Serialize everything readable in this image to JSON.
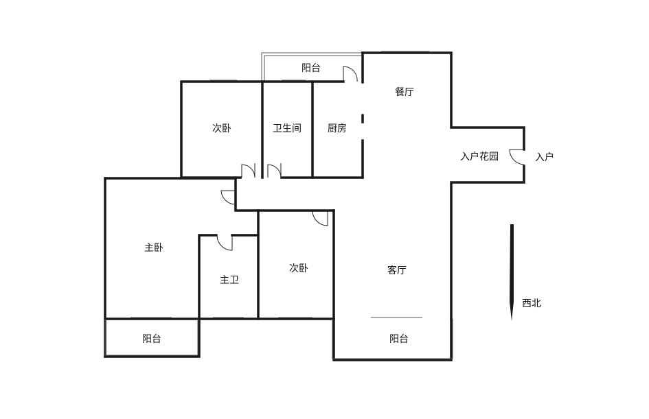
{
  "rooms": {
    "balcony_top": "阳台",
    "bedroom_top": "次卧",
    "bathroom": "卫生间",
    "kitchen": "厨房",
    "dining": "餐厅",
    "entry_garden": "入户花园",
    "entrance": "入户",
    "master_bedroom": "主卧",
    "master_bath": "主卫",
    "bedroom_mid": "次卧",
    "living": "客厅",
    "balcony_left": "阳台",
    "balcony_right": "阳台"
  },
  "orientation": {
    "label": "西北",
    "icon": "direction-arrow-icon"
  }
}
